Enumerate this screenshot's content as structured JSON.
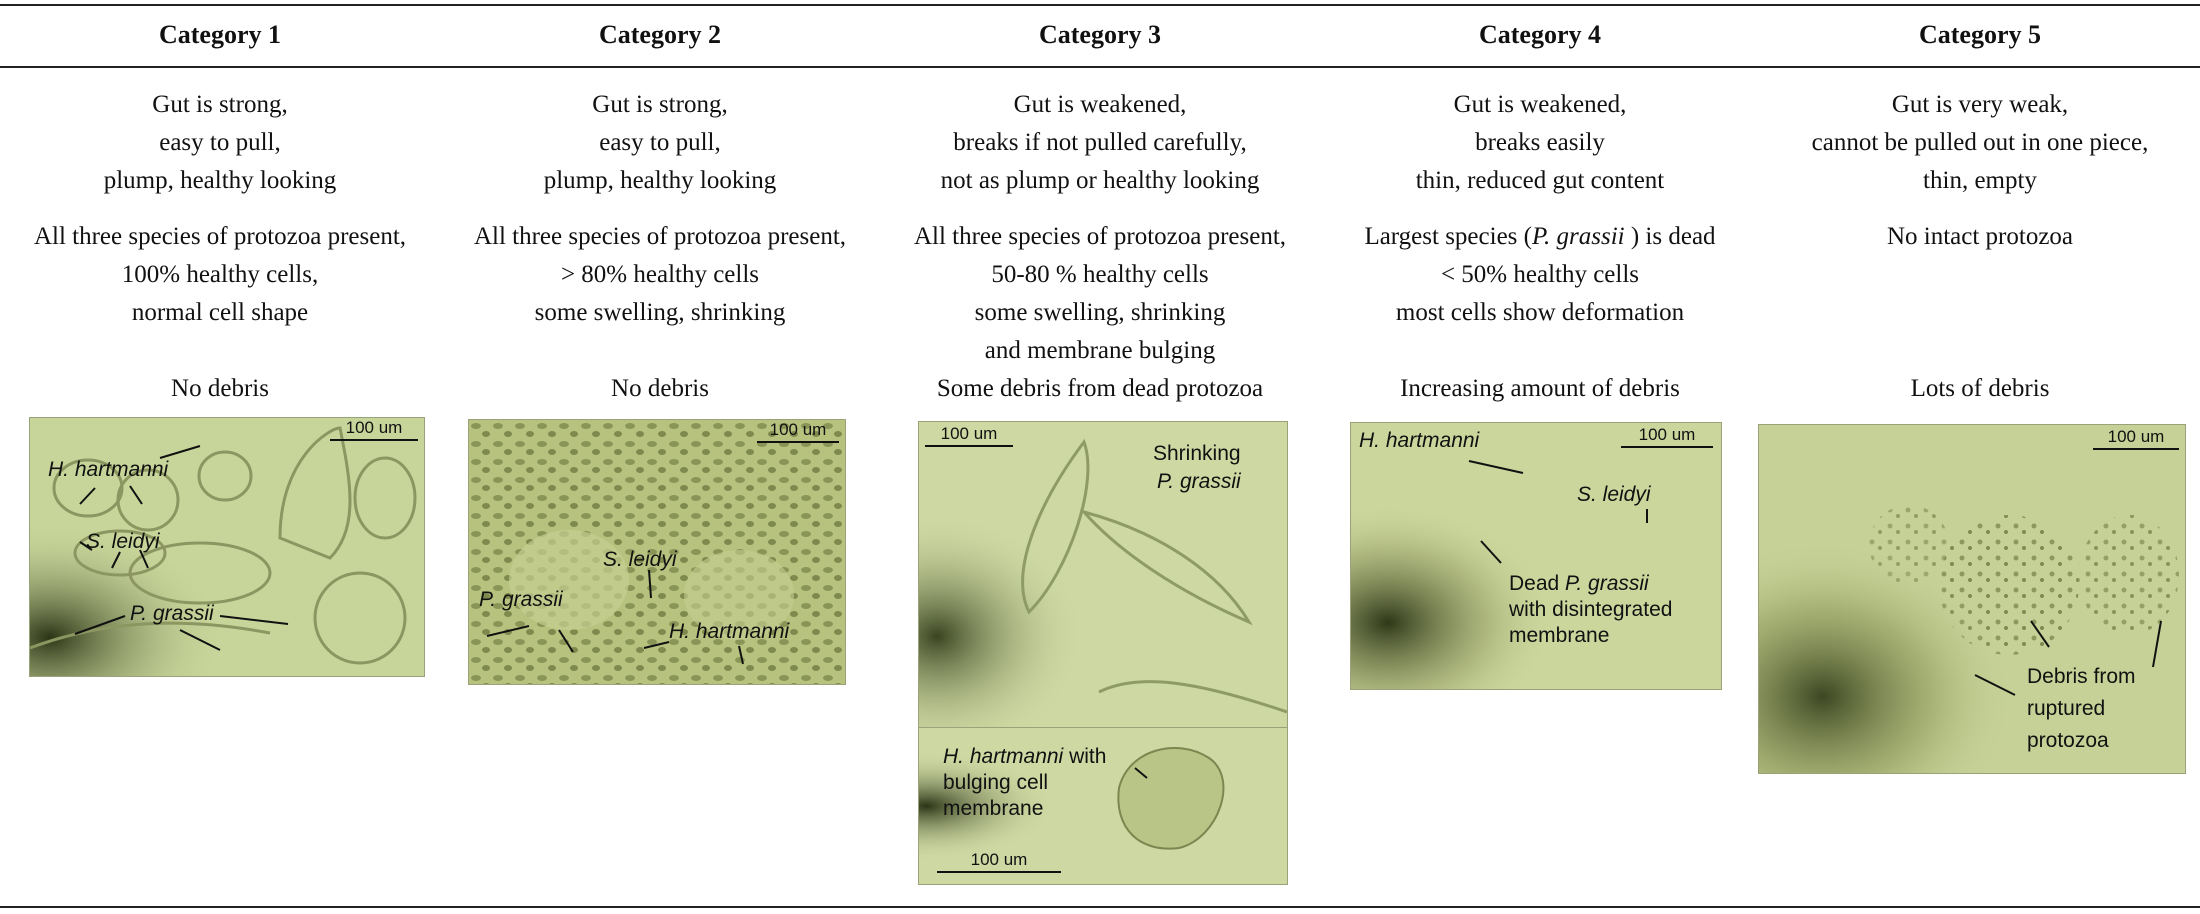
{
  "columns": [
    {
      "header": "Category 1",
      "gut": [
        "Gut is strong,",
        "easy to pull,",
        "plump, healthy looking"
      ],
      "protozoa": [
        "All three species of protozoa present,",
        "100% healthy cells,",
        "normal cell shape"
      ],
      "debris": "No debris",
      "image": {
        "scale": "100 um",
        "labels": [
          "H. hartmanni",
          "S. leidyi",
          "P. grassii"
        ]
      }
    },
    {
      "header": "Category 2",
      "gut": [
        "Gut is strong,",
        "easy to pull,",
        "plump, healthy looking"
      ],
      "protozoa": [
        "All three species of protozoa present,",
        "> 80% healthy cells",
        "some swelling, shrinking"
      ],
      "debris": "No debris",
      "image": {
        "scale": "100 um",
        "labels": [
          "S. leidyi",
          "P. grassii",
          "H. hartmanni"
        ]
      }
    },
    {
      "header": "Category 3",
      "gut": [
        "Gut is weakened,",
        "breaks if not pulled carefully,",
        "not as plump or healthy looking"
      ],
      "protozoa": [
        "All three species of protozoa present,",
        "50-80 % healthy cells",
        "some swelling, shrinking",
        "and membrane bulging"
      ],
      "debris": "Some debris from dead protozoa",
      "image": {
        "scale_top": "100 um",
        "scale_bottom": "100 um",
        "shrinking": "Shrinking",
        "shrinking_species": "P. grassii",
        "bulging_species": "H. hartmanni",
        "bulging_text_1": "with",
        "bulging_text_2": "bulging cell",
        "bulging_text_3": "membrane"
      }
    },
    {
      "header": "Category 4",
      "gut": [
        "Gut is weakened,",
        "breaks easily",
        "thin, reduced gut content"
      ],
      "protozoa_line1_pre": "Largest species (",
      "protozoa_line1_species": "P. grassii",
      "protozoa_line1_post": " ) is dead",
      "protozoa": [
        "< 50% healthy cells",
        "most cells show deformation"
      ],
      "debris": "Increasing amount of debris",
      "image": {
        "scale": "100 um",
        "label_h": "H. hartmanni",
        "label_s": "S. leidyi",
        "dead_pre": "Dead ",
        "dead_species": "P. grassii",
        "dead_line2": "with disintegrated",
        "dead_line3": "membrane"
      }
    },
    {
      "header": "Category 5",
      "gut": [
        "Gut is very weak,",
        "cannot be pulled out in one piece,",
        "thin, empty"
      ],
      "protozoa": [
        "No intact protozoa"
      ],
      "debris": "Lots of debris",
      "image": {
        "scale": "100 um",
        "debris_lines": [
          "Debris from",
          "ruptured",
          "protozoa"
        ]
      }
    }
  ],
  "colors": {
    "micrograph_bg": "#c9d69a",
    "micrograph_dark": "#3f4a22",
    "rule": "#222222"
  }
}
